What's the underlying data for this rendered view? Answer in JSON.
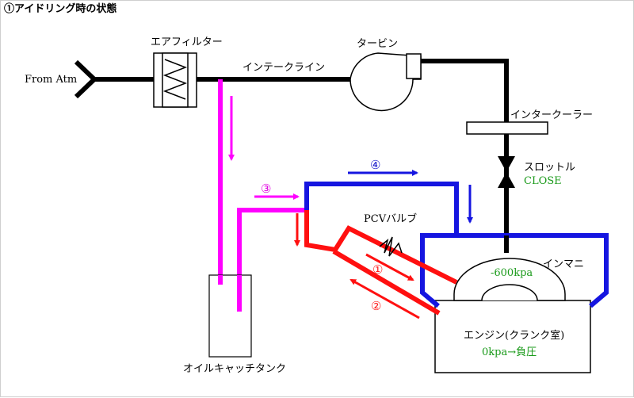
{
  "title": "①アイドリング時の状態",
  "labels": {
    "from_atm": "From Atm",
    "air_filter": "エアフィルター",
    "intake_line": "インテークライン",
    "turbine": "タービン",
    "intercooler": "インタークーラー",
    "throttle": "スロットル",
    "throttle_state": "CLOSE",
    "pcv_valve": "PCVバルブ",
    "intake_manifold": "インマニ",
    "manifold_pressure": "-600kpa",
    "engine": "エンジン(クランク室)",
    "crankcase_pressure": "0kpa→負圧",
    "catch_tank": "オイルキャッチタンク"
  },
  "flow_markers": {
    "m1": "①",
    "m2": "②",
    "m3": "③",
    "m4": "④"
  },
  "colors": {
    "pipe_black": "#000000",
    "pipe_blue": "#1515e0",
    "pipe_magenta": "#ff00ff",
    "pipe_red": "#ff1010",
    "label_green": "#1a9a1a"
  }
}
